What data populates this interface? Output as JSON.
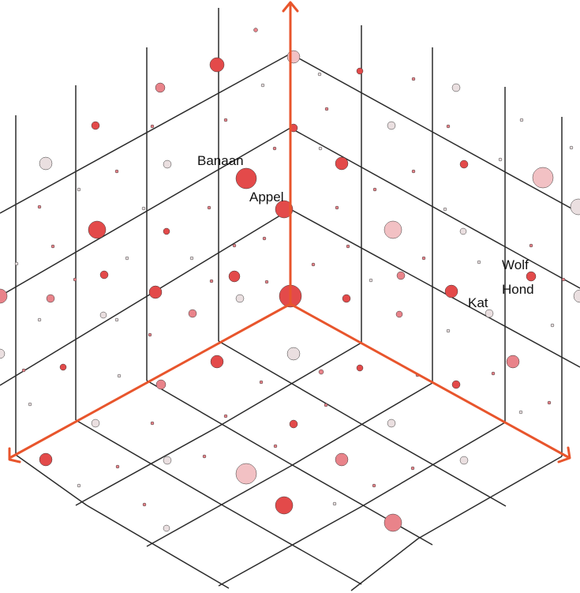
{
  "labels": {
    "banaan": "Banaan",
    "appel": "Appel",
    "wolf": "Wolf",
    "hond": "Hond",
    "kat": "Kat"
  },
  "colors": {
    "axis": "#e8552c",
    "grid": "#2b2b2b",
    "dot_fills": [
      "#e34a4a",
      "#e9838a",
      "#f2c1c4",
      "#eadfe0"
    ]
  }
}
